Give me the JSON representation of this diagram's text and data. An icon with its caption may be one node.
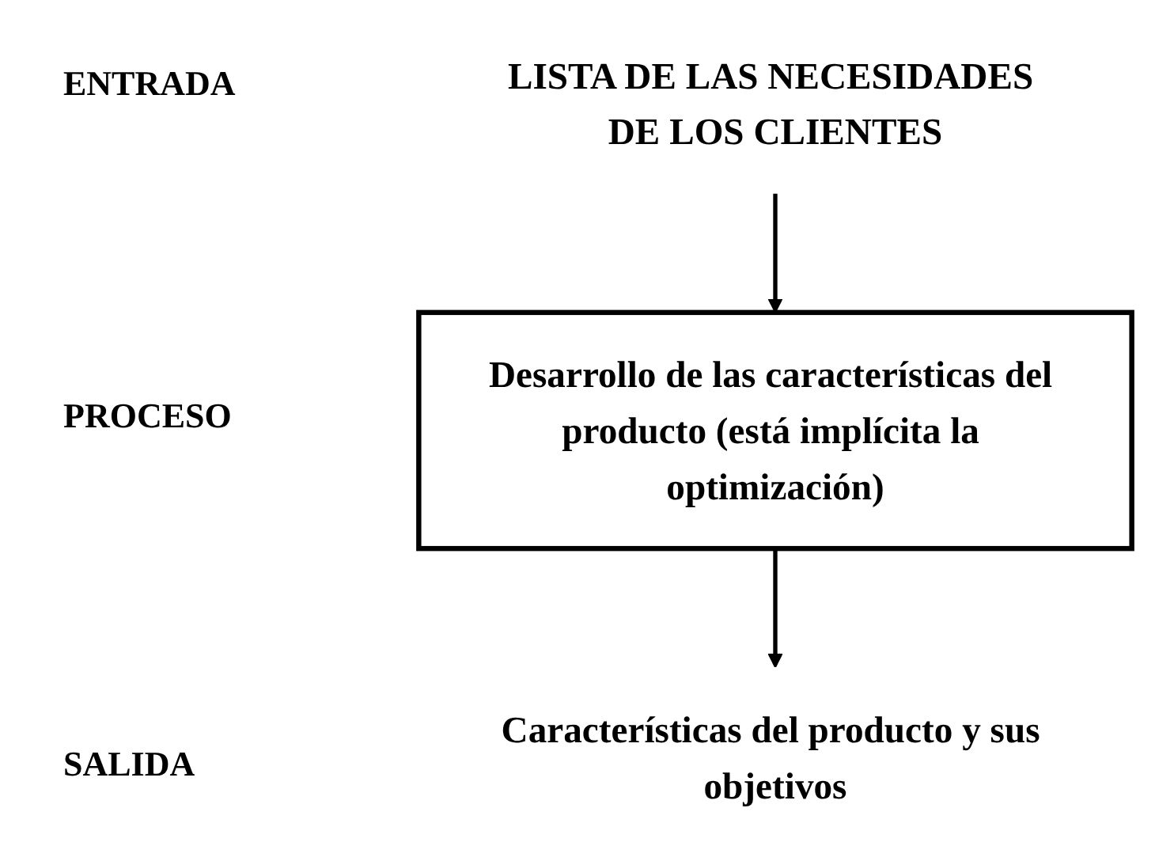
{
  "diagram": {
    "nodes": [
      {
        "text": [
          "LISTA DE LAS NECESIDADES DE LOS CLIENTES"
        ]
      },
      {
        "text": [
          "Desarrollo de las características del producto (está implícita la optimización)"
        ]
      },
      {
        "text": [
          "Características del producto y sus objetivos"
        ]
      }
    ],
    "edges": [
      {
        "from": 0,
        "to": 1,
        "arrow": "to"
      },
      {
        "from": 1,
        "to": 2,
        "arrow": "to"
      }
    ],
    "labels": [
      "ENTRADA",
      "PROCESO",
      "SALIDA"
    ]
  }
}
